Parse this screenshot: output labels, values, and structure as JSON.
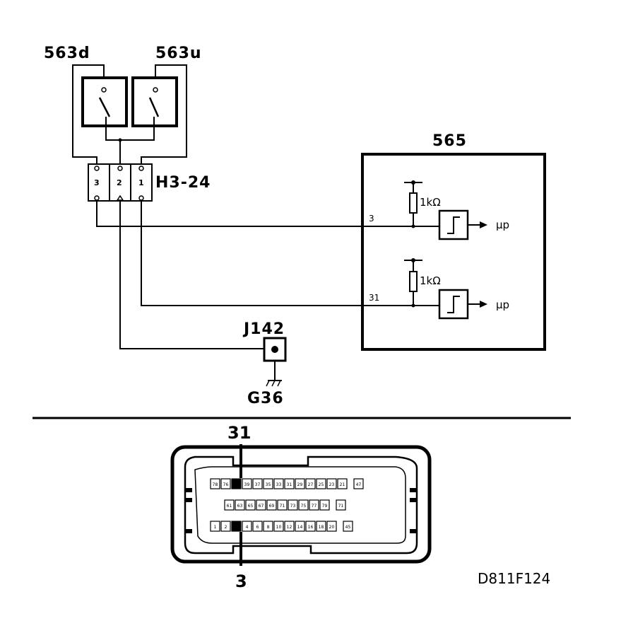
{
  "components": {
    "switch_down": "563d",
    "switch_up": "563u",
    "connector": "H3-24",
    "connector_pins": [
      "3",
      "2",
      "1"
    ],
    "module": "565",
    "junction": "J142",
    "ground": "G36"
  },
  "module_inputs": [
    {
      "pin": "3",
      "resistor": "1kΩ",
      "output": "µp"
    },
    {
      "pin": "31",
      "resistor": "1kΩ",
      "output": "µp"
    }
  ],
  "ecu_connector": {
    "top_pin": "31",
    "bottom_pin": "3",
    "row1": [
      "78",
      "76",
      "",
      "39",
      "37",
      "35",
      "33",
      "31",
      "29",
      "27",
      "25",
      "23",
      "21",
      "",
      "47"
    ],
    "row2": [
      "",
      "61",
      "63",
      "65",
      "67",
      "69",
      "71",
      "73",
      "75",
      "77",
      "79",
      "",
      "71"
    ],
    "row3": [
      "1",
      "2",
      "",
      "4",
      "6",
      "8",
      "10",
      "12",
      "14",
      "16",
      "18",
      "20",
      "",
      "45"
    ]
  },
  "figure_ref": "D811F124"
}
